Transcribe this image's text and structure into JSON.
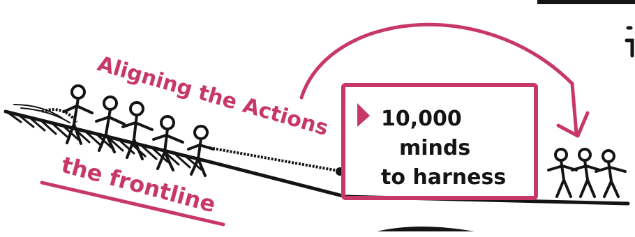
{
  "labels": {
    "aligning": "Aligning the Actions",
    "frontline": "the frontline"
  },
  "box": {
    "line1": "10,000",
    "line2": "minds",
    "line3": "to harness"
  },
  "colors": {
    "accent": "#c8376a",
    "ink": "#141414"
  }
}
